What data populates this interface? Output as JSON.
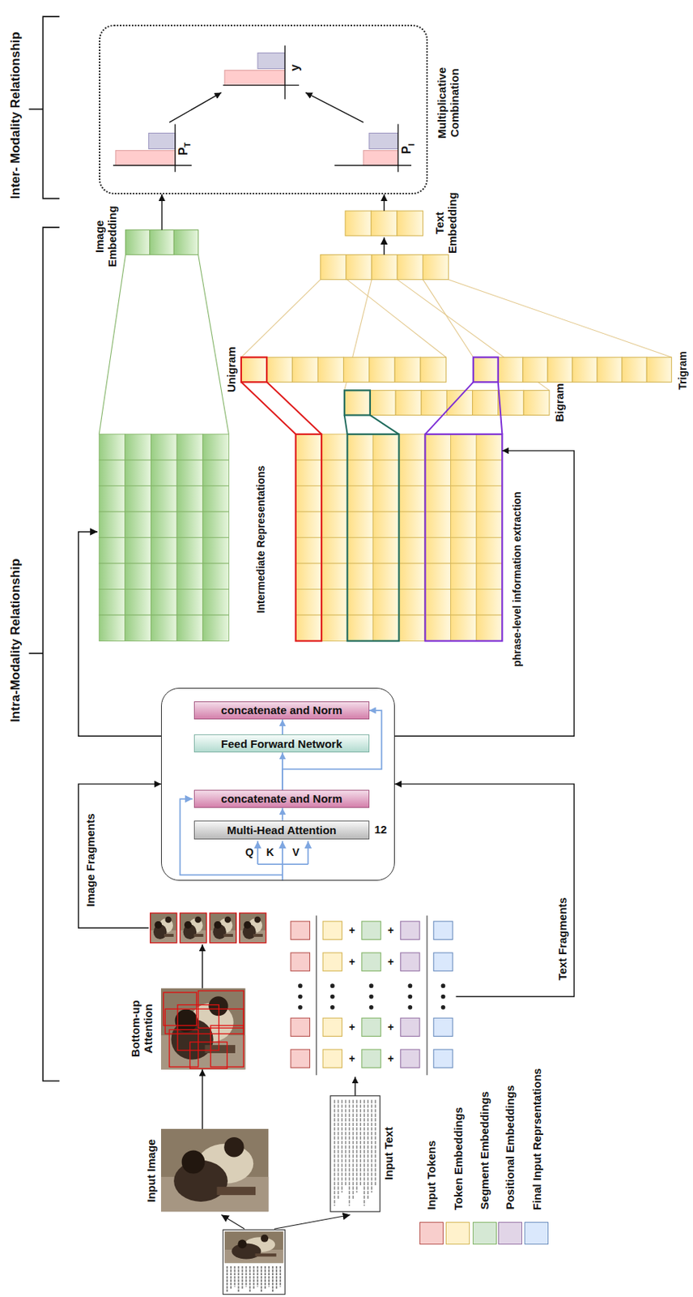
{
  "diagram": {
    "nodes": [
      {
        "text": [
          "Input Image"
        ]
      },
      {
        "text": [
          "Input Text"
        ]
      },
      {
        "text": [
          "Bottom-up Attention"
        ]
      },
      {
        "text": [
          "+",
          "+",
          "+",
          "+",
          "+",
          "+",
          "+",
          "+"
        ]
      },
      {
        "text": [
          "Image Fragments"
        ]
      },
      {
        "text": [
          "12"
        ]
      },
      {
        "text": [
          "Multi-Head Attention"
        ],
        "in": 5
      },
      {
        "text": [
          "concatenate and Norm"
        ],
        "in": 5
      },
      {
        "text": [
          "Feed Forward Network"
        ],
        "in": 5
      },
      {
        "text": [
          "concatenate and Norm"
        ],
        "in": 5
      },
      {
        "text": [
          "Intermediate Representations",
          "phrase-level information extraction"
        ]
      },
      {
        "text": [
          "Unigram"
        ]
      },
      {
        "text": [
          "Bigram"
        ]
      },
      {
        "text": [
          "Trigram"
        ]
      },
      {
        "text": [
          "Text Embedding"
        ]
      },
      {
        "text": [
          "Image Embedding"
        ]
      },
      {
        "text": [
          "Multiplicative Combination"
        ]
      },
      {
        "text": [
          "P",
          "T"
        ],
        "in": 16
      },
      {
        "text": [
          "y"
        ],
        "in": 16
      },
      {
        "text": [
          "P",
          "I"
        ],
        "in": 16
      }
    ],
    "edges": [
      {
        "from": 0,
        "to": 2,
        "arrow": "to"
      },
      {
        "from": 2,
        "to": 4,
        "arrow": "to"
      },
      {
        "from": 1,
        "to": 3,
        "arrow": "to"
      },
      {
        "from": 4,
        "to": 5,
        "arrow": "to"
      },
      {
        "from": 3,
        "to": 5,
        "label": "Text Fragments",
        "arrow": "to"
      },
      {
        "from": 6,
        "to": 7,
        "arrow": "to"
      },
      {
        "from": 7,
        "to": 8,
        "arrow": "to"
      },
      {
        "from": 7,
        "to": 9,
        "arrow": "to"
      },
      {
        "from": 8,
        "to": 9,
        "arrow": "to"
      },
      {
        "from": 5,
        "to": 10,
        "arrow": "to"
      },
      {
        "from": 10,
        "to": 11,
        "arrow": "none"
      },
      {
        "from": 10,
        "to": 12,
        "arrow": "none"
      },
      {
        "from": 10,
        "to": 13,
        "arrow": "none"
      },
      {
        "from": 15,
        "to": 16,
        "arrow": "to"
      },
      {
        "from": 14,
        "to": 16,
        "arrow": "to"
      },
      {
        "from": 17,
        "to": 18,
        "arrow": "to"
      },
      {
        "from": 19,
        "to": 18,
        "arrow": "to"
      }
    ],
    "labels": [
      "Inter- Modality Relationship",
      "Intra-Modality Relationship",
      "Q",
      "K",
      "V"
    ],
    "legend": [
      {
        "text": "Input Tokens",
        "color": "#f8cecc"
      },
      {
        "text": "Token Embeddings",
        "color": "#fff2cc"
      },
      {
        "text": "Segment Embeddings",
        "color": "#d5e8d4"
      },
      {
        "text": "Positional Embeddings",
        "color": "#e1d5e7"
      },
      {
        "text": "Final Input Reprsentations",
        "color": "#dae8fc"
      }
    ]
  }
}
